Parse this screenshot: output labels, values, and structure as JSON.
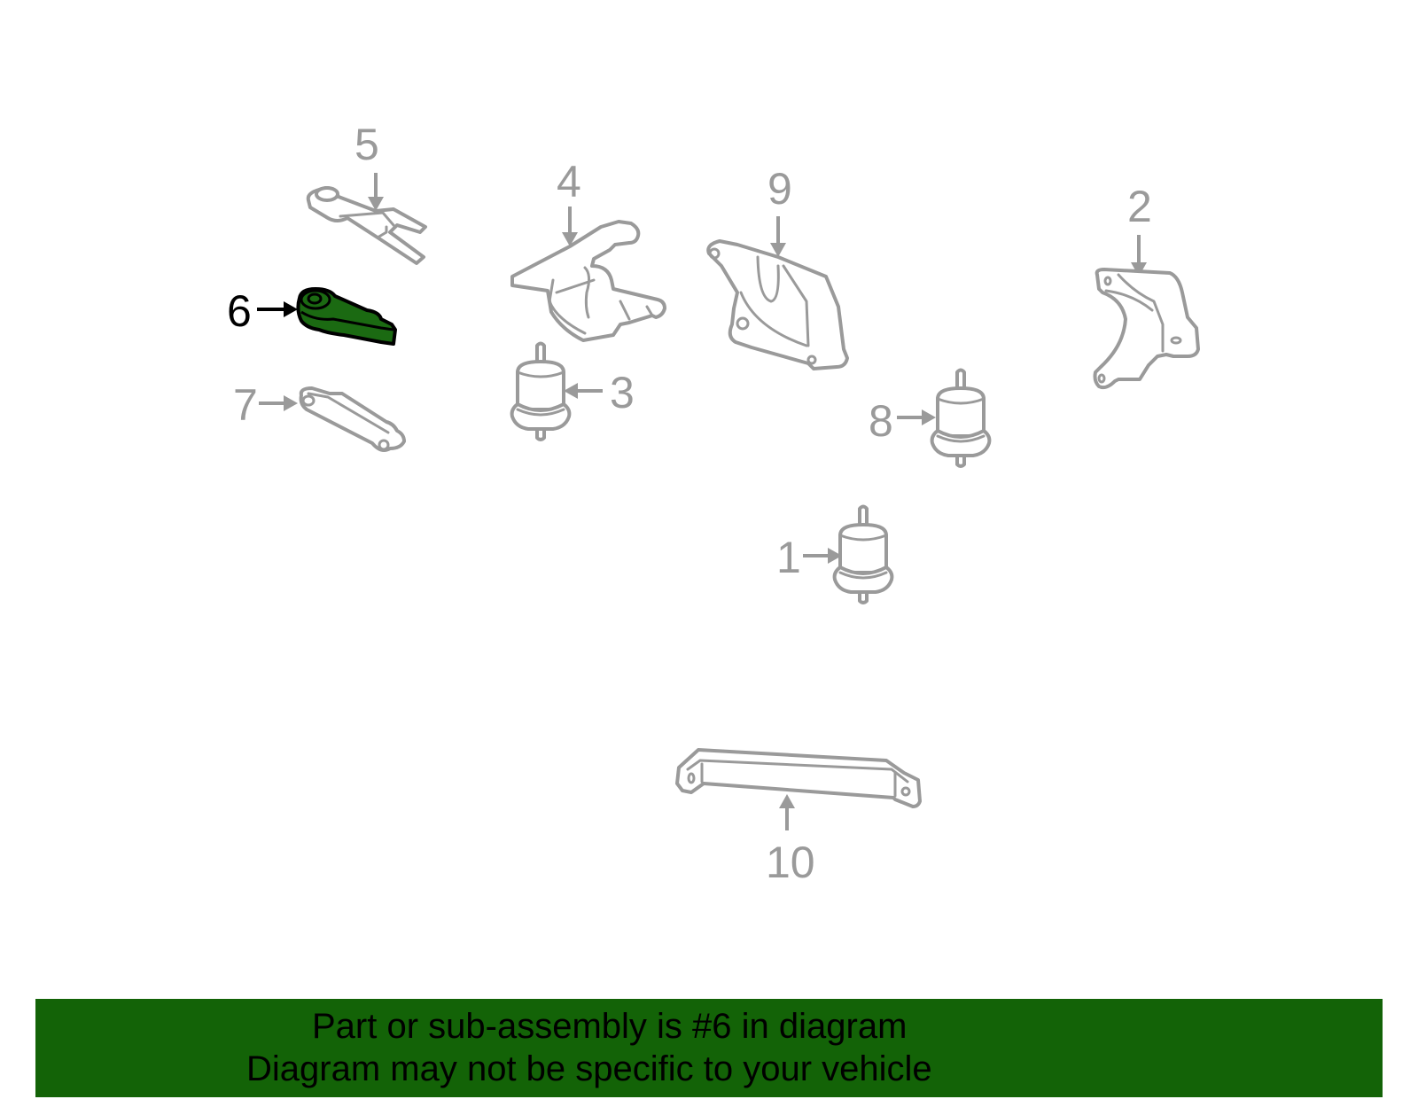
{
  "diagram": {
    "selected_part": "6",
    "colors": {
      "highlight_fill": "#1b6a12",
      "banner_background": "#136307",
      "callout_gray": "#9a9a9a",
      "callout_selected": "#000000"
    },
    "callouts": [
      {
        "number": "1",
        "part": "engine-mount"
      },
      {
        "number": "2",
        "part": "mount-bracket"
      },
      {
        "number": "3",
        "part": "engine-mount"
      },
      {
        "number": "4",
        "part": "mount-bracket"
      },
      {
        "number": "5",
        "part": "torque-strut-bracket"
      },
      {
        "number": "6",
        "part": "torque-strut",
        "selected": true
      },
      {
        "number": "7",
        "part": "torque-strut"
      },
      {
        "number": "8",
        "part": "engine-mount"
      },
      {
        "number": "9",
        "part": "mount-bracket"
      },
      {
        "number": "10",
        "part": "crossmember"
      }
    ]
  },
  "banner": {
    "line1": "Part or sub-assembly is #6 in diagram",
    "line2": "Diagram may not be specific to your vehicle"
  }
}
